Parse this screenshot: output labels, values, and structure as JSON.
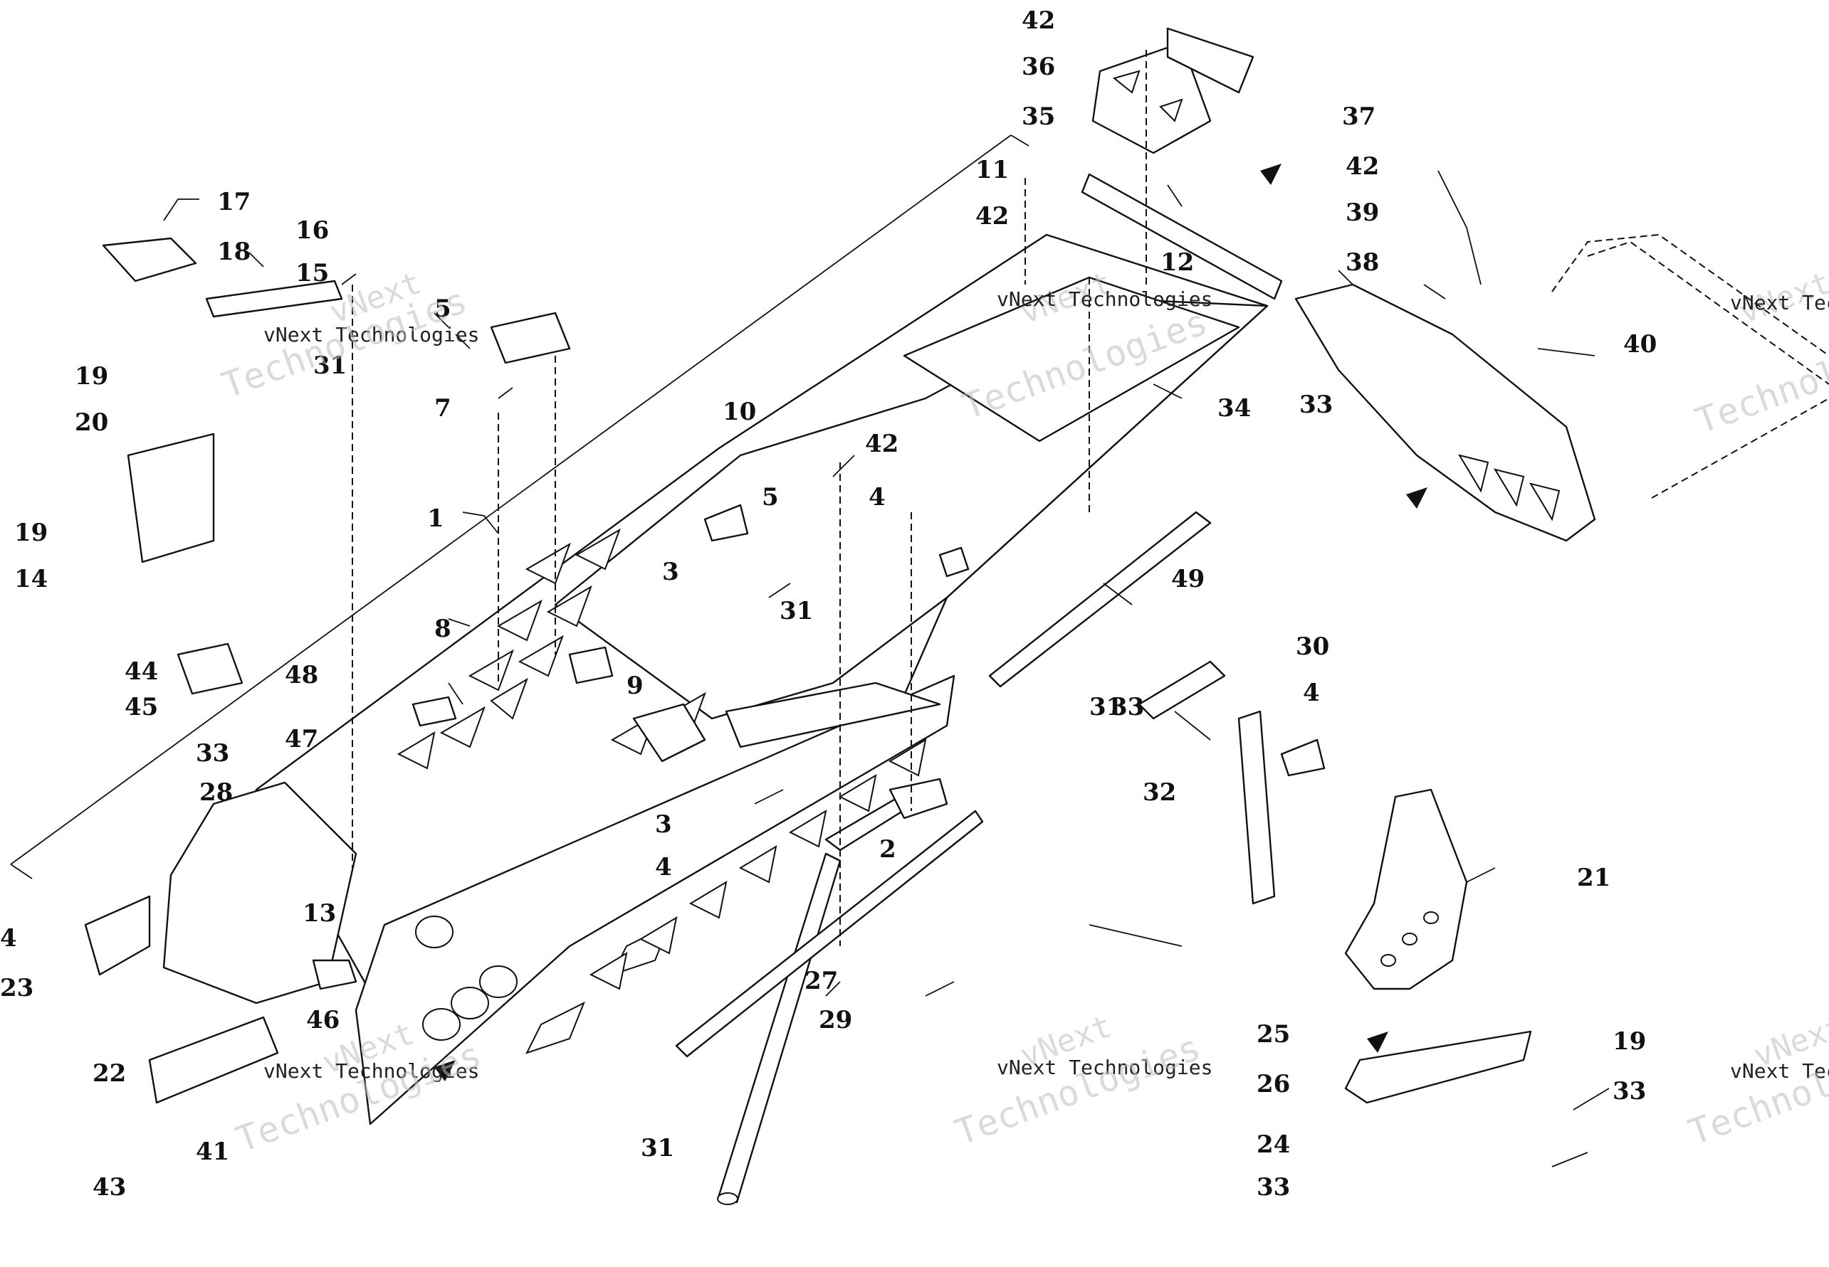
{
  "watermark": {
    "line1": "vNext",
    "line2": "vNext Technologies",
    "line3": "Technologies"
  },
  "callouts": [
    "1",
    "2",
    "3",
    "3",
    "4",
    "4",
    "4",
    "4",
    "5",
    "5",
    "7",
    "8",
    "9",
    "10",
    "11",
    "12",
    "13",
    "14",
    "15",
    "16",
    "17",
    "18",
    "19",
    "19",
    "19",
    "20",
    "21",
    "22",
    "23",
    "24",
    "25",
    "26",
    "27",
    "28",
    "29",
    "30",
    "31",
    "31",
    "31",
    "31",
    "32",
    "33",
    "33",
    "33",
    "33",
    "33",
    "34",
    "35",
    "36",
    "37",
    "38",
    "39",
    "40",
    "41",
    "42",
    "42",
    "42",
    "42",
    "43",
    "44",
    "45",
    "46",
    "47",
    "48",
    "49"
  ]
}
